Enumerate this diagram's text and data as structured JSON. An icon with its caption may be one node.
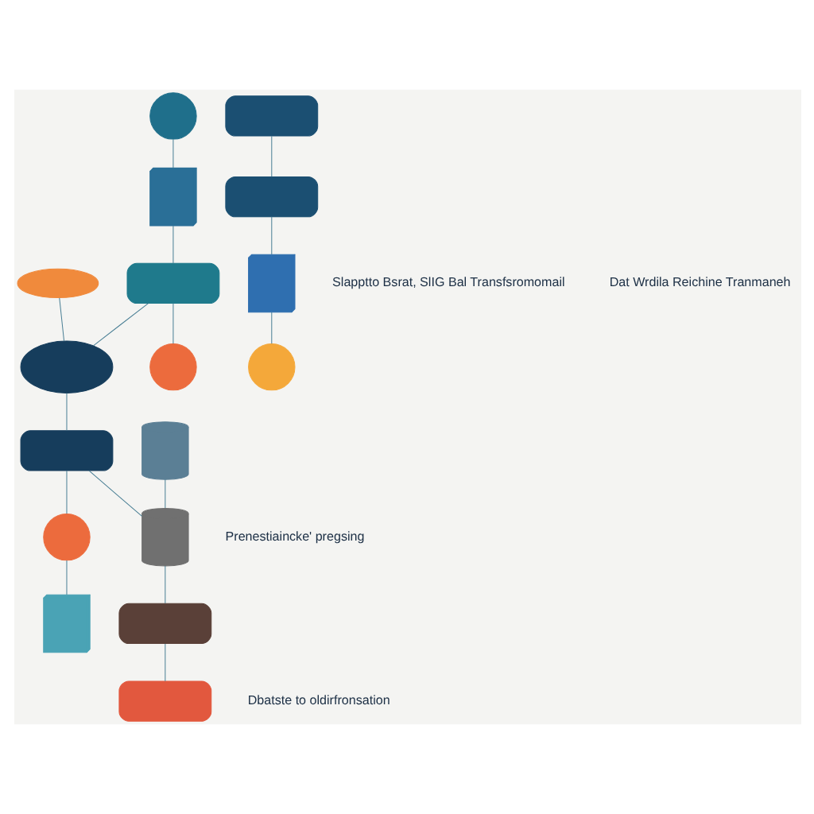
{
  "diagram": {
    "nodes": [
      {
        "text": [],
        "shape": "circle"
      },
      {
        "text": [],
        "shape": "picture"
      },
      {
        "text": [],
        "shape": "box"
      },
      {
        "text": [],
        "shape": "ellipse"
      },
      {
        "text": [],
        "shape": "circle"
      },
      {
        "text": [],
        "shape": "cloud"
      },
      {
        "text": [],
        "shape": "box"
      },
      {
        "text": [],
        "shape": "circle"
      },
      {
        "text": [],
        "shape": "picture"
      },
      {
        "text": [],
        "shape": "cylinder"
      },
      {
        "text": [],
        "shape": "cylinder"
      },
      {
        "text": [],
        "shape": "box"
      },
      {
        "text": [],
        "shape": "box"
      },
      {
        "text": [],
        "shape": "box"
      },
      {
        "text": [],
        "shape": "box"
      },
      {
        "text": [],
        "shape": "picture"
      },
      {
        "text": [],
        "shape": "circle"
      }
    ],
    "edges": [
      {
        "from": 0,
        "to": 1,
        "arrow": "none"
      },
      {
        "from": 1,
        "to": 2,
        "arrow": "none"
      },
      {
        "from": 2,
        "to": 3,
        "arrow": "none"
      },
      {
        "from": 2,
        "to": 4,
        "arrow": "none"
      },
      {
        "from": 5,
        "to": 3,
        "arrow": "none"
      },
      {
        "from": 3,
        "to": 6,
        "arrow": "none"
      },
      {
        "from": 6,
        "to": 10,
        "arrow": "none"
      },
      {
        "from": 9,
        "to": 10,
        "arrow": "none"
      },
      {
        "from": 10,
        "to": 11,
        "arrow": "none"
      },
      {
        "from": 11,
        "to": 12,
        "arrow": "none"
      },
      {
        "from": 6,
        "to": 7,
        "arrow": "none"
      },
      {
        "from": 7,
        "to": 8,
        "arrow": "none"
      },
      {
        "from": 13,
        "to": 14,
        "arrow": "none"
      },
      {
        "from": 14,
        "to": 15,
        "arrow": "none"
      },
      {
        "from": 15,
        "to": 16,
        "arrow": "none"
      }
    ],
    "labels": [
      "Slapptto Bsrat, SlIG Bal Transfsromomail",
      "Prenestiaincke' pregsing",
      "Dbatste to oldirfronsation",
      "Dat Wrdila Reichine Tranmaneh"
    ]
  }
}
